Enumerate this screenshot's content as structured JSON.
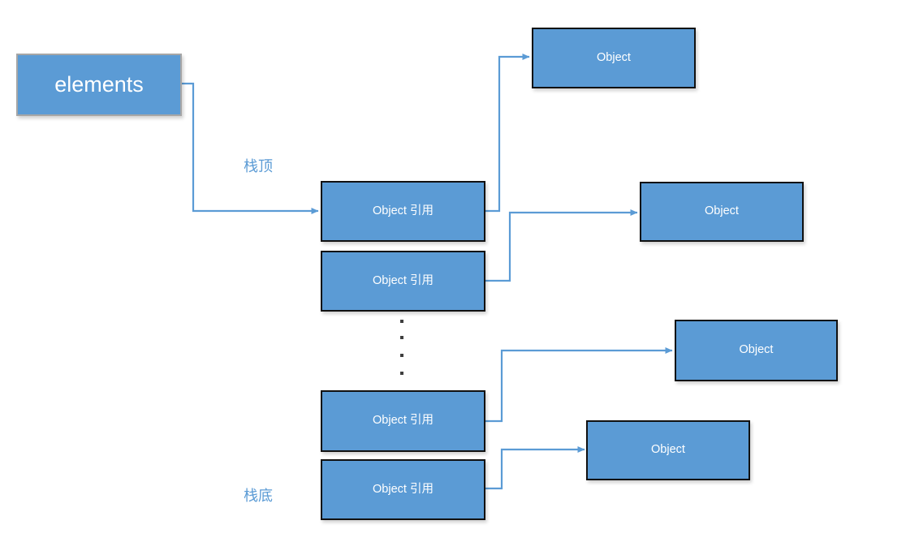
{
  "diagram": {
    "title": "elements stack diagram",
    "accent_color": "#5B9BD5",
    "node_border_color": "#111111",
    "root_border_color": "#a6a6a6",
    "connector_color": "#5B9BD5",
    "caption_color": "#5B9BD5",
    "root": {
      "label": "elements"
    },
    "captions": [
      {
        "text": "栈顶"
      },
      {
        "text": "栈底"
      }
    ],
    "stack_refs": [
      {
        "label": "Object 引用"
      },
      {
        "label": "Object 引用"
      },
      {
        "label": "Object 引用"
      },
      {
        "label": "Object 引用"
      }
    ],
    "objects": [
      {
        "label": "Object"
      },
      {
        "label": "Object"
      },
      {
        "label": "Object"
      },
      {
        "label": "Object"
      }
    ],
    "ellipsis_dots": 4
  }
}
